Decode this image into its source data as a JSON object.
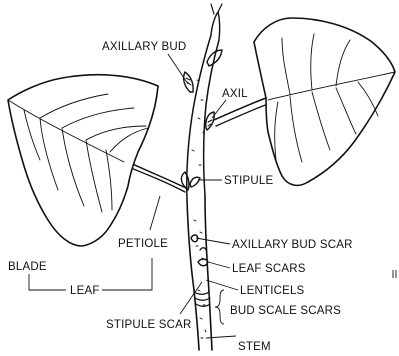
{
  "labels": {
    "axillary_bud": "AXILLARY BUD",
    "axil": "AXIL",
    "stipule": "STIPULE",
    "petiole": "PETIOLE",
    "blade": "BLADE",
    "leaf": "LEAF",
    "axillary_bud_scar": "AXILLARY BUD SCAR",
    "leaf_scars": "LEAF SCARS",
    "lenticels": "LENTICELS",
    "bud_scale_scars": "BUD SCALE SCARS",
    "stipule_scar": "STIPULE SCAR",
    "stem": "STEM"
  },
  "colors": {
    "ink": "#111111",
    "background": "#ffffff"
  }
}
